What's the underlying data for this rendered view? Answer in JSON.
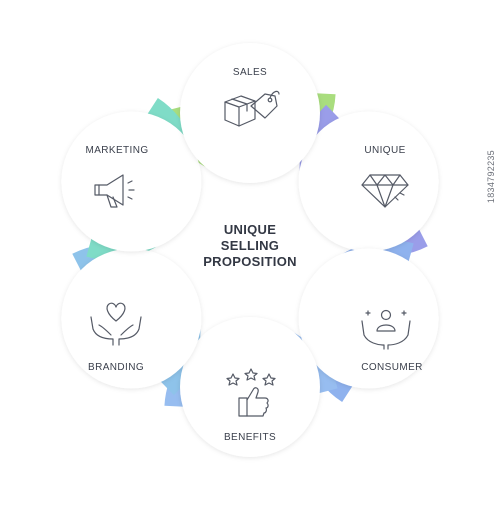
{
  "title_lines": [
    "UNIQUE",
    "SELLING",
    "PROPOSITION"
  ],
  "segments": [
    {
      "label": "SALES",
      "icon": "package-tag-icon",
      "color": "#a9dd7e"
    },
    {
      "label": "UNIQUE",
      "icon": "diamond-icon",
      "color": "#9a9de9"
    },
    {
      "label": "CONSUMER",
      "icon": "hands-person-icon",
      "color": "#8fb2ee"
    },
    {
      "label": "BENEFITS",
      "icon": "thumbs-up-stars-icon",
      "color": "#97bdf0"
    },
    {
      "label": "BRANDING",
      "icon": "hands-heart-icon",
      "color": "#8ec3ea"
    },
    {
      "label": "MARKETING",
      "icon": "megaphone-icon",
      "color": "#7fdcc7"
    }
  ],
  "stock_id": "1834792235"
}
